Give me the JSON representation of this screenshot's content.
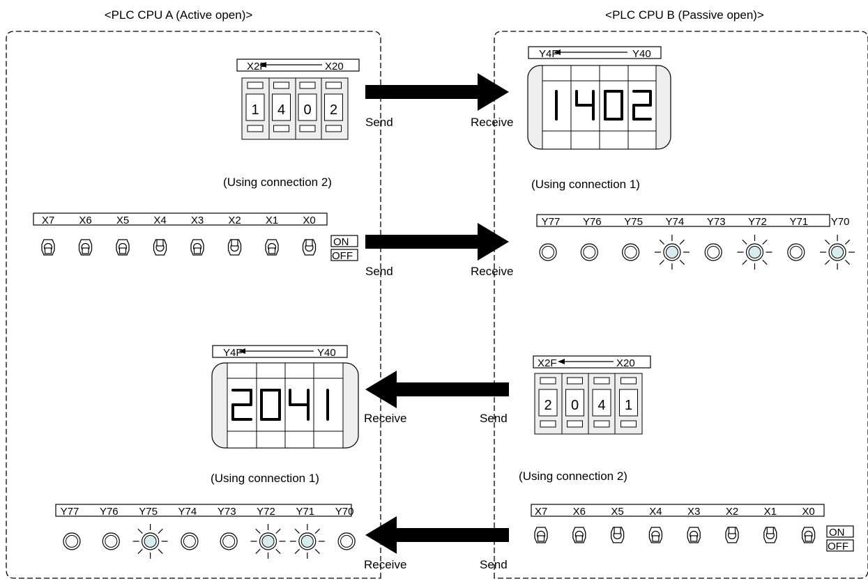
{
  "cpu_a": {
    "title": "<PLC CPU A (Active open)>",
    "send_block": {
      "range_from": "X2F",
      "range_to": "X20",
      "digits": [
        "1",
        "4",
        "0",
        "2"
      ],
      "send_label": "Send",
      "connection_note": "(Using connection 2)"
    },
    "switch_block": {
      "labels": [
        "X7",
        "X6",
        "X5",
        "X4",
        "X3",
        "X2",
        "X1",
        "X0"
      ],
      "states": [
        "on",
        "on",
        "on",
        "off",
        "on",
        "off",
        "on",
        "off"
      ],
      "on_label": "ON",
      "off_label": "OFF",
      "send_label": "Send"
    },
    "display_block": {
      "range_from": "Y4F",
      "range_to": "Y40",
      "digits": "2041",
      "receive_label": "Receive",
      "connection_note": "(Using connection 1)"
    },
    "lamp_block": {
      "labels": [
        "Y77",
        "Y76",
        "Y75",
        "Y74",
        "Y73",
        "Y72",
        "Y71",
        "Y70"
      ],
      "states": [
        "off",
        "off",
        "on",
        "off",
        "off",
        "on",
        "on",
        "off"
      ],
      "receive_label": "Receive"
    }
  },
  "cpu_b": {
    "title": "<PLC CPU B (Passive open)>",
    "display_block": {
      "range_from": "Y4F",
      "range_to": "Y40",
      "digits": "1402",
      "receive_label": "Receive",
      "connection_note": "(Using connection 1)"
    },
    "lamp_block": {
      "labels": [
        "Y77",
        "Y76",
        "Y75",
        "Y74",
        "Y73",
        "Y72",
        "Y71",
        "Y70"
      ],
      "states": [
        "off",
        "off",
        "off",
        "on",
        "off",
        "on",
        "off",
        "on"
      ],
      "receive_label": "Receive"
    },
    "send_block": {
      "range_from": "X2F",
      "range_to": "X20",
      "digits": [
        "2",
        "0",
        "4",
        "1"
      ],
      "send_label": "Send",
      "connection_note": "(Using connection 2)"
    },
    "switch_block": {
      "labels": [
        "X7",
        "X6",
        "X5",
        "X4",
        "X3",
        "X2",
        "X1",
        "X0"
      ],
      "states": [
        "on",
        "on",
        "off",
        "on",
        "on",
        "off",
        "off",
        "on"
      ],
      "on_label": "ON",
      "off_label": "OFF",
      "send_label": "Send"
    }
  },
  "colors": {
    "lamp_lit": "#d6ecef",
    "lamp_off": "#ffffff",
    "panel_fill": "#eeeeee",
    "line": "#000000"
  }
}
